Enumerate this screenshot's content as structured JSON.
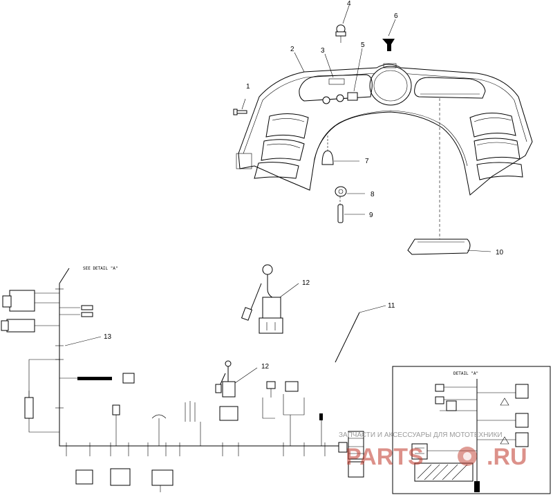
{
  "parts": [
    {
      "num": "1"
    },
    {
      "num": "2"
    },
    {
      "num": "3"
    },
    {
      "num": "4"
    },
    {
      "num": "5"
    },
    {
      "num": "6"
    },
    {
      "num": "7"
    },
    {
      "num": "8"
    },
    {
      "num": "9"
    },
    {
      "num": "10"
    },
    {
      "num": "11"
    },
    {
      "num": "12"
    },
    {
      "num": "12"
    },
    {
      "num": "13"
    }
  ],
  "harness": {
    "see_detail_label": "SEE DETAIL \"A\""
  },
  "detail": {
    "title": "DETAIL \"A\""
  },
  "watermark": {
    "brand": "PARTS",
    "tld": ".RU",
    "tagline": "ЗАПЧАСТИ И АКСЕССУАРЫ ДЛЯ МОТОТЕХНИКИ"
  }
}
